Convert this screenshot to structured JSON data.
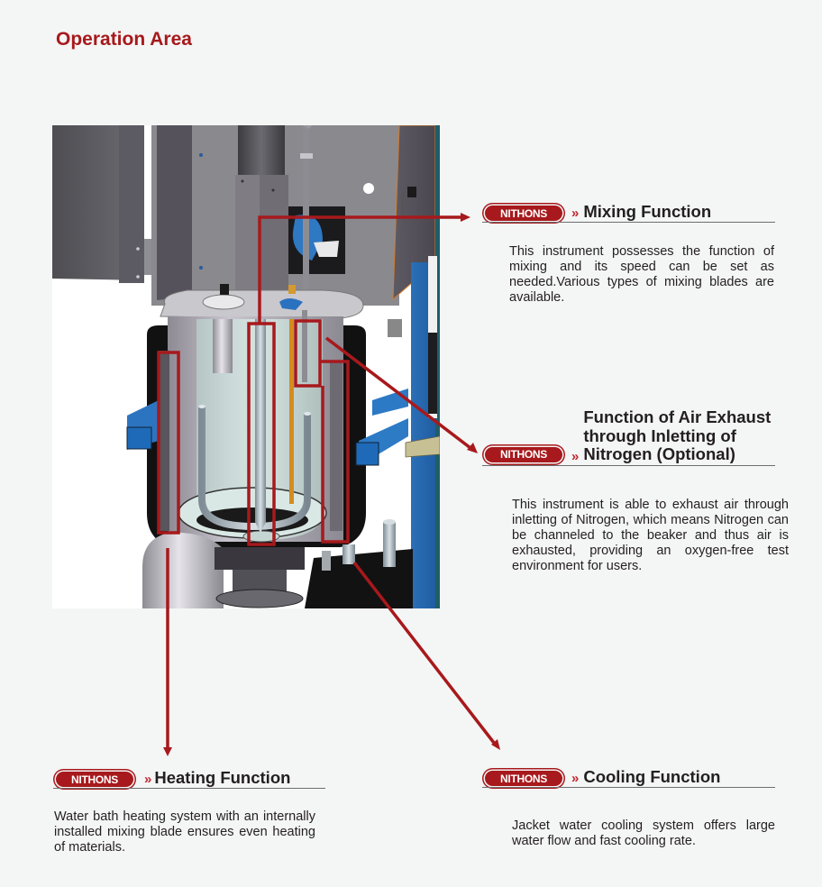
{
  "page": {
    "title": "Operation Area",
    "accent_color": "#a7191c"
  },
  "features": {
    "mixing": {
      "badge": "NITHONS",
      "marker": "»",
      "title": "Mixing Function",
      "description": "This instrument possesses the function of mixing and its speed can be set as needed.Various types of mixing blades are available."
    },
    "exhaust": {
      "badge": "NITHONS",
      "marker": "»",
      "title_lines": [
        "Function of Air Exhaust",
        "through Inletting of",
        "Nitrogen (Optional)"
      ],
      "description": "This instrument is able to exhaust air through inletting of Nitrogen, which means Nitrogen can be channeled to the beaker and thus air is exhausted, providing an oxygen-free test environment for users."
    },
    "heating": {
      "badge": "NITHONS",
      "marker": "»",
      "title": "Heating Function",
      "description": "Water bath heating system with an internally installed mixing blade ensures even heating of materials."
    },
    "cooling": {
      "badge": "NITHONS",
      "marker": "»",
      "title": "Cooling Function",
      "description": "Jacket water cooling system offers large water flow and fast cooling rate."
    }
  },
  "icons": {
    "badge": "nithons-logo-badge",
    "marker": "double-chevron-right-icon",
    "arrow": "callout-arrow-icon"
  }
}
